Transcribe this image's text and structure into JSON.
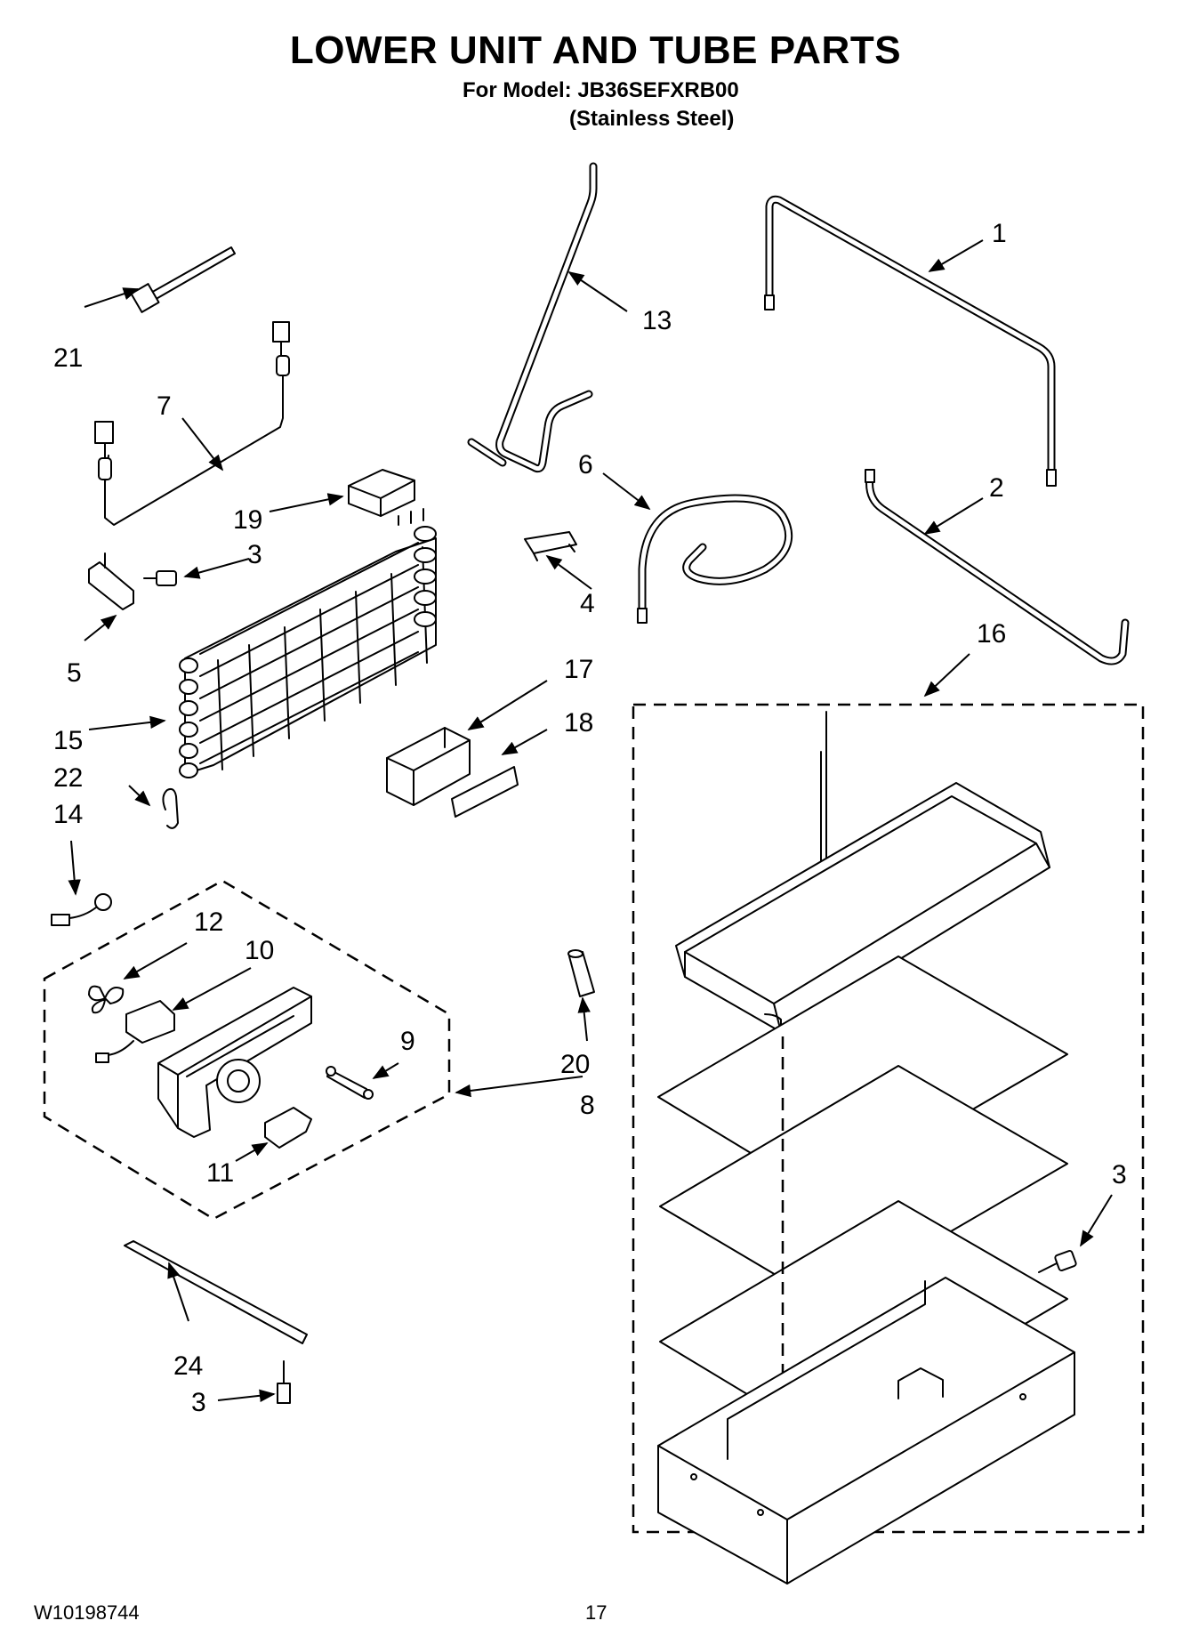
{
  "header": {
    "title": "LOWER UNIT AND TUBE PARTS",
    "model_line": "For Model: JB36SEFXRB00",
    "variant": "(Stainless Steel)"
  },
  "footer": {
    "doc_number": "W10198744",
    "page_number": "17"
  },
  "callouts": {
    "c1": "1",
    "c2": "2",
    "c3a": "3",
    "c3b": "3",
    "c3c": "3",
    "c4": "4",
    "c5": "5",
    "c6": "6",
    "c7": "7",
    "c8": "8",
    "c9": "9",
    "c10": "10",
    "c11": "11",
    "c12": "12",
    "c13": "13",
    "c14": "14",
    "c15": "15",
    "c16": "16",
    "c17": "17",
    "c18": "18",
    "c19": "19",
    "c20": "20",
    "c21": "21",
    "c22": "22",
    "c24": "24"
  }
}
